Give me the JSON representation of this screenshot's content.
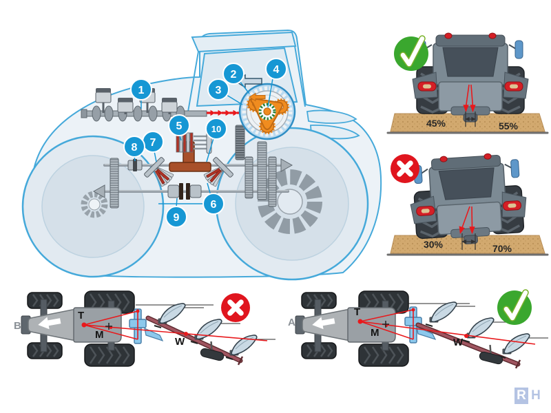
{
  "main_diagram": {
    "callouts": [
      {
        "label": "1"
      },
      {
        "label": "2"
      },
      {
        "label": "3"
      },
      {
        "label": "4"
      },
      {
        "label": "5"
      },
      {
        "label": "6"
      },
      {
        "label": "7"
      },
      {
        "label": "8"
      },
      {
        "label": "9"
      },
      {
        "label": "10"
      }
    ]
  },
  "weight_panels": {
    "good": {
      "left_pct": "45%",
      "right_pct": "55%",
      "mark": "check"
    },
    "bad": {
      "left_pct": "30%",
      "right_pct": "70%",
      "mark": "cross"
    }
  },
  "hitch_panels": {
    "wrong": {
      "letter": "B",
      "hitch_point": "T",
      "mass_point": "M",
      "pull_point": "W",
      "mark": "cross"
    },
    "right": {
      "letter": "A",
      "hitch_point": "T",
      "mass_point": "M",
      "pull_point": "W",
      "mark": "check"
    }
  },
  "logo": {
    "left": "R",
    "right": "H"
  },
  "palette": {
    "callout_blue": "#1697d4",
    "sketch_blue": "#45a9da",
    "alert_red": "#e0151e",
    "ok_green": "#3aa72e",
    "soil_tan": "#d2a96f",
    "machine_orange": "#f08c1f",
    "housing_brown": "#a8502a"
  }
}
